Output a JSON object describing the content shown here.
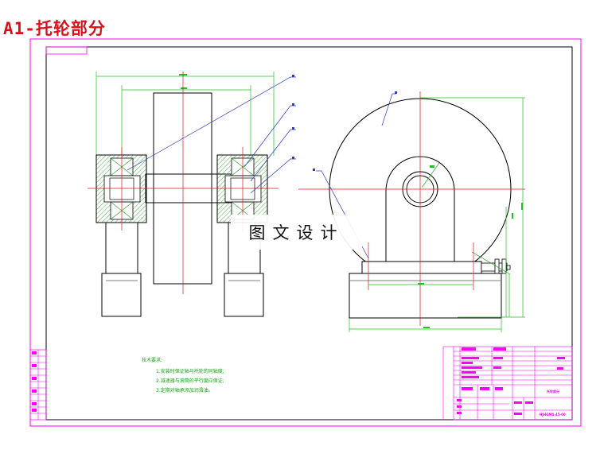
{
  "page": {
    "title": "A1-托轮部分",
    "watermark": "图文设计"
  },
  "technical_requirements": {
    "heading": "技术要求:",
    "items": [
      "1.安装时保证轴与托轮的同轴度;",
      "2.减速器与滚筒的平行度应保证;",
      "3.定期对轴承添加润滑油。"
    ]
  },
  "title_block": {
    "part_name": "托轮部分",
    "drawing_no": "HJHGM4-45-00"
  },
  "colors": {
    "title": "#d8121a",
    "frame": "#ff00ff",
    "outline": "#000000",
    "centerline": "#e0141e",
    "dimension": "#22c022",
    "hatch": "#1a9e1a",
    "leader": "#2a3ccc"
  }
}
